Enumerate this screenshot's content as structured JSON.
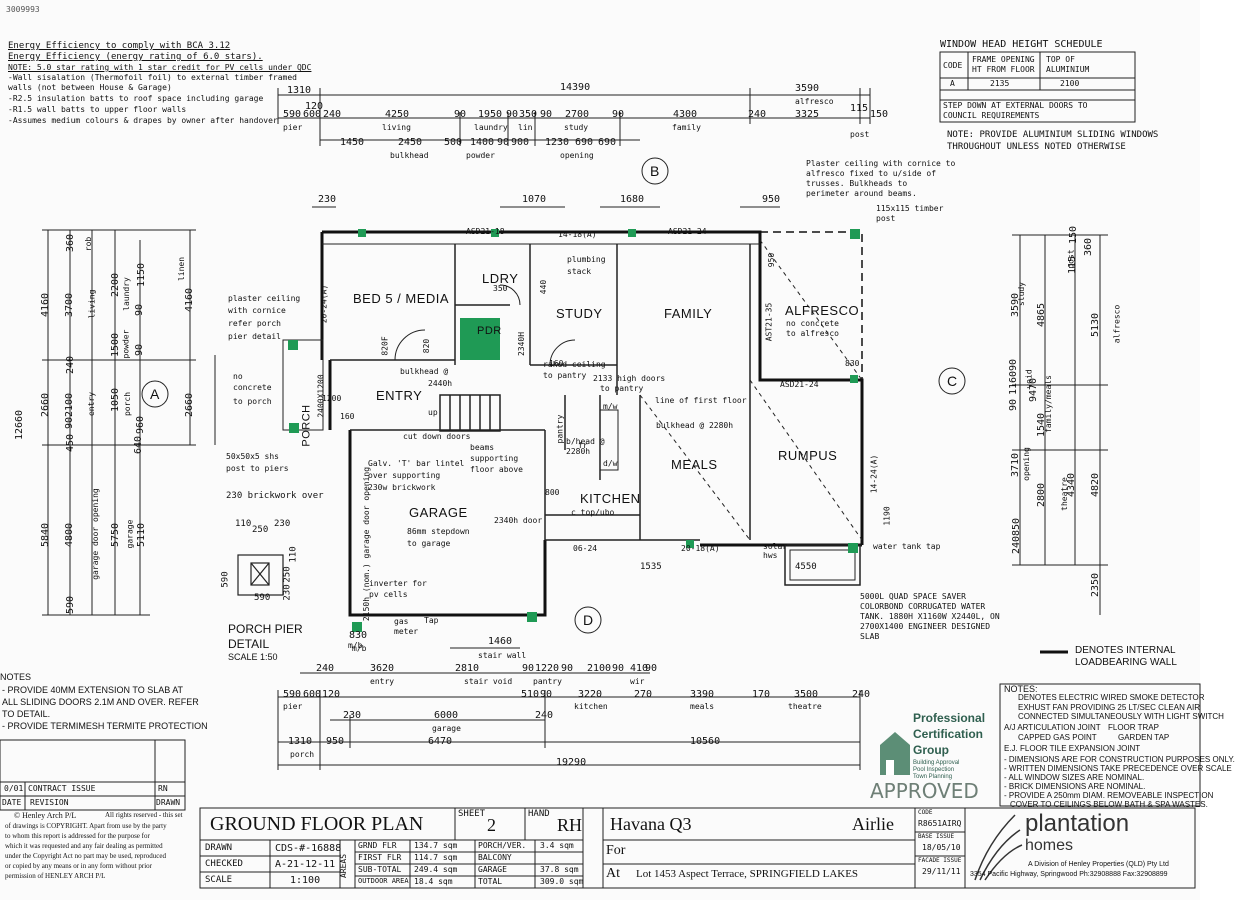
{
  "drawing_id": "3009993",
  "energy": {
    "line1": "Energy Efficiency to comply with BCA 3.12",
    "line2": "Energy Efficiency (energy rating of 6.0 stars).",
    "line3": "NOTE: 5.0 star rating with 1 star credit for PV cells under QDC",
    "notes": [
      "-Wall sisalation (Thermofoil foil) to external timber framed",
      "walls (not between House & Garage)",
      "-R2.5 insulation batts to roof space including garage",
      "-R1.5 wall batts to upper floor walls",
      "-Assumes medium colours & drapes by owner after handover"
    ]
  },
  "window_schedule": {
    "title": "WINDOW HEAD HEIGHT SCHEDULE",
    "col_code": "CODE",
    "col_frame": "FRAME OPENING",
    "col_frame2": "HT FROM FLOOR",
    "col_top": "TOP OF",
    "col_top2": "ALUMINIUM",
    "row_code": "A",
    "row_frame": "2135",
    "row_top": "2100",
    "step_note1": "STEP DOWN AT EXTERNAL DOORS TO",
    "step_note2": "COUNCIL REQUIREMENTS",
    "note1": "NOTE: PROVIDE ALUMINIUM SLIDING WINDOWS",
    "note2": "THROUGHOUT UNLESS NOTED OTHERWISE"
  },
  "rooms": {
    "bed5": "BED 5 / MEDIA",
    "ldry": "LDRY",
    "study": "STUDY",
    "family": "FAMILY",
    "alfresco": "ALFRESCO",
    "pdr": "PDR",
    "entry": "ENTRY",
    "porch": "PORCH",
    "meals": "MEALS",
    "rumpus": "RUMPUS",
    "kitchen": "KITCHEN",
    "garage": "GARAGE"
  },
  "grid_markers": {
    "a": "A",
    "b": "B",
    "c": "C",
    "d": "D"
  },
  "top_dims": {
    "overall": "14390",
    "row1": [
      "1310",
      "3590"
    ],
    "alfresco": "alfresco",
    "row2": [
      "590",
      "600",
      "120",
      "240",
      "4250",
      "90",
      "1950",
      "90",
      "350",
      "90",
      "2700",
      "90",
      "4300",
      "240",
      "3325",
      "115",
      "150"
    ],
    "row2_labels": [
      "pier",
      "living",
      "laundry",
      "lin",
      "study",
      "family",
      "post"
    ],
    "row3": [
      "1450",
      "2450",
      "500",
      "1400",
      "90",
      "900",
      "1230",
      "690",
      "690"
    ],
    "row3_labels": [
      "bulkhead",
      "powder",
      "opening"
    ]
  },
  "top_local_dims": [
    "230",
    "1070",
    "1680",
    "950"
  ],
  "left_dims": {
    "overall": "12660",
    "col1": [
      "4160",
      "2660",
      "5840"
    ],
    "col2": [
      "3700",
      "2100",
      "4800"
    ],
    "col2_small": [
      "360",
      "240",
      "90",
      "450",
      "590"
    ],
    "labels": [
      "rob",
      "living",
      "entry",
      "garage door opening"
    ],
    "col3": [
      "2200",
      "1500",
      "1050",
      "5750"
    ],
    "col3_labels": [
      "laundry",
      "powder",
      "porch",
      "garage"
    ],
    "col4": [
      "1150",
      "90",
      "90",
      "960",
      "5110"
    ],
    "col4_labels": [
      "linen"
    ],
    "col5": [
      "4160",
      "2660",
      "640"
    ]
  },
  "right_dims": {
    "overall": "9470",
    "col_a": [
      "360",
      "150",
      "115",
      "3590",
      "90",
      "1160",
      "90",
      "3710",
      "850",
      "240"
    ],
    "col_a_labels": [
      "study",
      "void",
      "opening"
    ],
    "col_b": [
      "4865",
      "1540",
      "2800"
    ],
    "col_b_labels": [
      "post",
      "family/meals",
      "theatre"
    ],
    "col_c": [
      "5130",
      "4340",
      "4820"
    ],
    "col_c_labels": [
      "alfresco"
    ],
    "col_d": [
      "2350"
    ]
  },
  "bottom_dims": {
    "overall": "19290",
    "row1": [
      "1460",
      "830"
    ],
    "row1_labels": [
      "stair wall",
      "m/b"
    ],
    "row2": [
      "240",
      "3620",
      "2810",
      "90",
      "1220",
      "90",
      "2100",
      "90",
      "410",
      "90"
    ],
    "row2_labels": [
      "entry",
      "stair void",
      "pantry",
      "wir"
    ],
    "row3": [
      "590",
      "600",
      "120",
      "510",
      "90",
      "3220",
      "270",
      "3390",
      "170",
      "3500",
      "240"
    ],
    "row3_labels": [
      "pier",
      "kitchen",
      "meals",
      "theatre"
    ],
    "row4": [
      "230",
      "6000",
      "240"
    ],
    "row4_labels": [
      "garage"
    ],
    "row5": [
      "1310",
      "950",
      "6470",
      "10560"
    ],
    "row5_labels": [
      "porch"
    ]
  },
  "annotations": {
    "plaster_alfresco": [
      "Plaster ceiling with cornice to",
      "alfresco fixed to u/side of",
      "trusses. Bulkheads to",
      "perimeter around beams."
    ],
    "timber_post": [
      "115x115 timber",
      "post"
    ],
    "plaster_porch": [
      "plaster ceiling",
      "with cornice",
      "refer porch",
      "pier detail"
    ],
    "no_concrete_porch": [
      "no",
      "concrete",
      "to porch"
    ],
    "no_concrete_alfresco": [
      "no concrete",
      "to alfresco"
    ],
    "post_piers": [
      "50x50x5 shs",
      "post to piers"
    ],
    "brickwork": "230 brickwork over",
    "plumbing": [
      "plumbing",
      "stack"
    ],
    "raked": [
      "raked ceiling",
      "to pantry"
    ],
    "high_doors": [
      "2133 high doors",
      "to pantry"
    ],
    "first_floor": "line of first floor",
    "bulkhead_2280": "bulkhead @ 2280h",
    "bulkhead_2440": [
      "bulkhead @",
      "2440h"
    ],
    "bulkhead_small": [
      "b/head @",
      "2280h"
    ],
    "cut_down": "cut down doors",
    "beams": [
      "beams",
      "supporting",
      "floor above"
    ],
    "lintel": [
      "Galv. 'T' bar lintel",
      "over supporting",
      "230w brickwork"
    ],
    "stepdown": [
      "86mm stepdown",
      "to garage"
    ],
    "door2340": "2340h door",
    "opening2150": "2150h (nom.) garage door opening",
    "inverter": [
      "inverter for",
      "pv cells"
    ],
    "gas": [
      "gas",
      "meter"
    ],
    "tap": "Tap",
    "mb": "m/b",
    "water_tank_tap": "water tank tap",
    "solar": [
      "solar",
      "hws"
    ],
    "water_tank": [
      "5000L QUAD SPACE SAVER",
      "COLORBOND CORRUGATED WATER",
      "TANK. 1880H X1160W X2440L, ON",
      "2700X1400 ENGINEER DESIGNED",
      "SLAB"
    ],
    "labels_small": [
      "ASD21-18",
      "14-18(A)",
      "ASD21-24",
      "20-24(A)",
      "AST21-35",
      "ASD21-24",
      "14-24(A)",
      "06-24",
      "20-18(A)",
      "2340H",
      "1200",
      "820F",
      "820",
      "350",
      "440",
      "160",
      "830",
      "950",
      "1190",
      "800",
      "160",
      "1535",
      "4550",
      "2400X1200",
      "c top/ubo",
      "up",
      "pantry",
      "m/w",
      "d/w",
      "fr"
    ]
  },
  "pier_detail": {
    "dims": [
      "110",
      "250",
      "230",
      "590",
      "230",
      "250",
      "110",
      "590"
    ],
    "title1": "PORCH PIER",
    "title2": "DETAIL",
    "scale": "SCALE 1:50"
  },
  "legend": {
    "line1": "DENOTES INTERNAL",
    "line2": "LOADBEARING WALL"
  },
  "left_notes": {
    "title": "NOTES",
    "lines": [
      "- PROVIDE 40MM EXTENSION TO SLAB AT",
      "ALL SLIDING DOORS 2.1M AND OVER. REFER",
      "TO DETAIL.",
      "- PROVIDE TERMIMESH TERMITE PROTECTION"
    ]
  },
  "right_notes": {
    "title": "NOTES:",
    "lines": [
      "DENOTES ELECTRIC WIRED SMOKE DETECTOR",
      "EXHUST FAN PROVIDING 25 LT/SEC CLEAN AIR",
      "CONNECTED SIMULTANEOUSLY WITH LIGHT SWITCH",
      "A/J  ARTICULATION JOINT",
      "CAPPED GAS POINT",
      "FLOOR TRAP",
      "GARDEN TAP",
      "E.J.  FLOOR TILE EXPANSION JOINT",
      "- DIMENSIONS ARE FOR CONSTRUCTION PURPOSES ONLY.",
      "- WRITTEN DIMENSIONS TAKE PRECEDENCE OVER SCALE",
      "- ALL WINDOW SIZES ARE NOMINAL.",
      "- BRICK DIMENSIONS ARE NOMINAL.",
      "- PROVIDE A 250mm DIAM. REMOVEABLE INSPECTION",
      "COVER TO CEILINGS BELOW BATH & SPA WASTES."
    ]
  },
  "certification": {
    "line1": "Professional",
    "line2": "Certification",
    "line3": "Group",
    "sub1": "Building Approval",
    "sub2": "Pool Inspection",
    "sub3": "Town Planning",
    "stamp": "APPROVED"
  },
  "revisions": {
    "row1_code": "0/01",
    "row1_desc": "CONTRACT ISSUE",
    "row1_by": "RN",
    "hdr_date": "DATE",
    "hdr_rev": "REVISION",
    "hdr_drawn": "DRAWN"
  },
  "copyright": [
    "©   Henley Arch P/L",
    "of drawings is COPYRIGHT. Apart from use by the party",
    "to whom this report is addressed for the purpose for",
    "which it was requested and any fair dealing as permitted",
    "under the Copyright Act no part may be used, reproduced",
    "or copied by any means or in any form without prior",
    "permission of HENLEY ARCH P/L"
  ],
  "copyright_right": "All rights reserved - this set",
  "title_block": {
    "title": "GROUND FLOOR PLAN",
    "sheet_label": "SHEET",
    "sheet_no": "2",
    "hand_label": "HAND",
    "hand": "RH",
    "drawn_label": "DRAWN",
    "drawn": "CDS-#-16888",
    "checked_label": "CHECKED",
    "checked": "A-21-12-11",
    "scale_label": "SCALE",
    "scale": "1:100",
    "areas_label": "AREAS",
    "areas": [
      {
        "l1": "GRND FLR",
        "v1": "134.7 sqm",
        "l2": "PORCH/VER.",
        "v2": "3.4 sqm"
      },
      {
        "l1": "FIRST FLR",
        "v1": "114.7 sqm",
        "l2": "BALCONY",
        "v2": ""
      },
      {
        "l1": "SUB-TOTAL",
        "v1": "249.4 sqm",
        "l2": "GARAGE",
        "v2": "37.8 sqm"
      },
      {
        "l1": "OUTDOOR AREA",
        "v1": "18.4 sqm",
        "l2": "TOTAL",
        "v2": "309.0 sqm"
      }
    ],
    "design": "Havana Q3",
    "facade": "Airlie",
    "for_label": "For",
    "at_label": "At",
    "address": "Lot 1453 Aspect Terrace, SPRINGFIELD LAKES",
    "code_label": "CODE",
    "code": "R8651AIRQ",
    "base_label": "BASE ISSUE",
    "base_date": "18/05/10",
    "facade_label": "FACADE ISSUE",
    "facade_date": "29/11/11",
    "company1": "plantation",
    "company2": "homes",
    "company_sub1": "A Division of Henley Properties (QLD) Pty Ltd",
    "company_sub2": "3354 Pacific Highway, Springwood Ph:32908888 Fax:32908899"
  }
}
